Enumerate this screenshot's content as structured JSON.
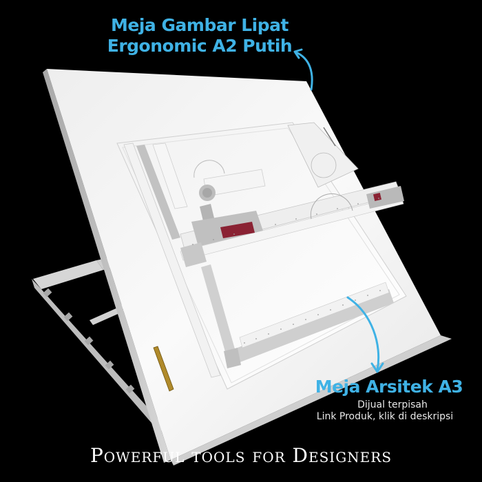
{
  "product": {
    "main_label": {
      "line1": "Meja Gambar Lipat",
      "line2": "Ergonomic A2 Putih"
    },
    "secondary_label": {
      "title": "Meja Arsitek A3",
      "note1": "Dijual terpisah",
      "note2": "Link Produk, klik di deskripsi"
    },
    "tagline": "Powerful tools for Designers"
  },
  "colors": {
    "background": "#000000",
    "accent": "#3fb2e5",
    "board": "#f4f4f4",
    "board_edge": "#c8c8c8",
    "clamp_red": "#8a2233",
    "metal_gray": "#b4b4b4",
    "brass_plate": "#b08a2a"
  },
  "icons": {
    "arrow_top": "curved-arrow-up-left-icon",
    "arrow_bottom": "curved-arrow-down-icon"
  }
}
